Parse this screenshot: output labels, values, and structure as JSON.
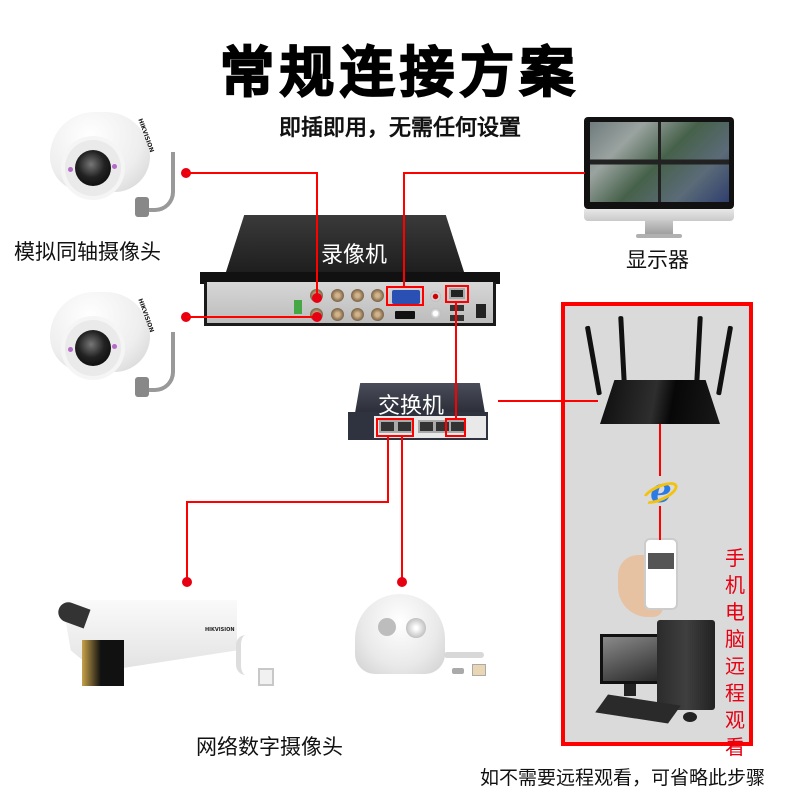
{
  "header": {
    "title": "常规连接方案",
    "subtitle": "即插即用，无需任何设置"
  },
  "devices": {
    "analog_camera": {
      "label": "模拟同轴摄像头",
      "icon": "dome-camera-icon",
      "count": 2,
      "brand_mark": "HIKVISION"
    },
    "dvr": {
      "label": "录像机",
      "icon": "dvr-icon",
      "ports_highlighted": [
        "BNC video in 1",
        "BNC video in 2",
        "VGA",
        "LAN"
      ]
    },
    "monitor": {
      "label": "显示器",
      "icon": "monitor-icon"
    },
    "switch": {
      "label": "交换机",
      "icon": "network-switch-icon",
      "ports_highlighted": [
        "port 1",
        "port 2",
        "uplink"
      ]
    },
    "ip_camera": {
      "label": "网络数字摄像头",
      "icons": [
        "bullet-camera-icon",
        "ip-dome-camera-icon"
      ],
      "brand_mark": "HIKVISION"
    },
    "router": {
      "icon": "wifi-router-icon"
    },
    "browser": {
      "icon": "internet-explorer-icon"
    },
    "phone": {
      "icon": "smartphone-icon"
    },
    "pc": {
      "icon": "desktop-pc-icon"
    }
  },
  "remote_section": {
    "vertical_label": "手机电脑远程观看",
    "vertical_chars": [
      "手",
      "机",
      "电",
      "脑",
      "远",
      "程",
      "观",
      "看"
    ],
    "footnote": "如不需要远程观看，可省略此步骤"
  },
  "colors": {
    "connector_line": "#ff0000",
    "dot": "#e60012",
    "remote_box_bg": "#dadada",
    "vertical_text": "#e60012",
    "title": "#000000"
  },
  "connections": [
    {
      "from": "analog_camera_1",
      "to": "dvr.bnc1"
    },
    {
      "from": "analog_camera_2",
      "to": "dvr.bnc2"
    },
    {
      "from": "dvr.vga",
      "to": "monitor"
    },
    {
      "from": "dvr.lan",
      "to": "switch.uplink"
    },
    {
      "from": "switch.port1",
      "to": "bullet_camera"
    },
    {
      "from": "switch.port2",
      "to": "ip_dome_camera"
    },
    {
      "from": "switch",
      "to": "router"
    },
    {
      "from": "router",
      "to": "browser"
    },
    {
      "from": "browser",
      "to": "phone"
    }
  ]
}
